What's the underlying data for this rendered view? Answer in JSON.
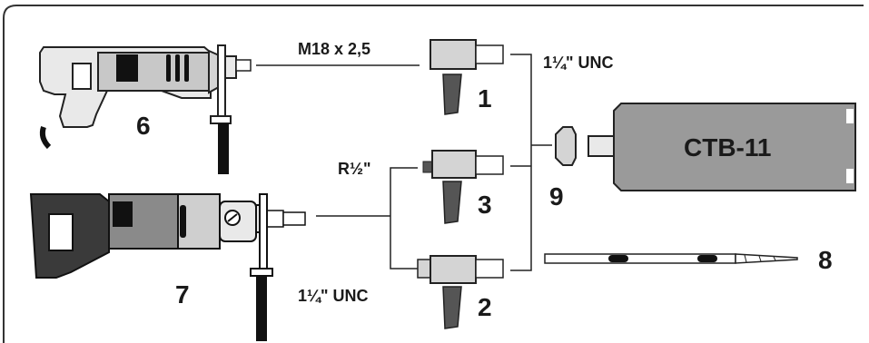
{
  "labels": {
    "m18": "M18 x 2,5",
    "unc_top": "1¼\" UNC",
    "r_half": "R½\"",
    "unc_bottom": "1¼\" UNC",
    "ctb": "CTB-11",
    "n1": "1",
    "n2": "2",
    "n3": "3",
    "n6": "6",
    "n7": "7",
    "n8": "8",
    "n9": "9"
  },
  "colors": {
    "frame": "#333333",
    "drill6_body": "#e9e9e9",
    "drill6_motor": "#c8c8c8",
    "drill7_handle": "#3a3a3a",
    "drill7_motor": "#8a8a8a",
    "drill7_front": "#cfcfcf",
    "core_bit": "#9a9a9a",
    "adapter": "#d4d4d4",
    "dark_part": "#555555",
    "black": "#111111"
  }
}
